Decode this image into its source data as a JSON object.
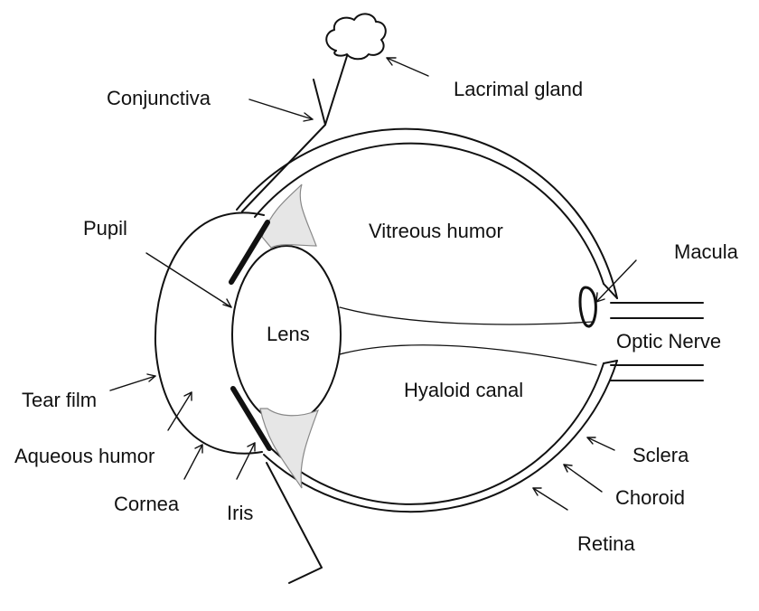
{
  "labels": {
    "lacrimal_gland": "Lacrimal gland",
    "conjunctiva": "Conjunctiva",
    "pupil": "Pupil",
    "vitreous_humor": "Vitreous humor",
    "macula": "Macula",
    "lens": "Lens",
    "optic_nerve": "Optic Nerve",
    "tear_film": "Tear film",
    "hyaloid_canal": "Hyaloid canal",
    "aqueous_humor": "Aqueous humor",
    "sclera": "Sclera",
    "cornea": "Cornea",
    "iris": "Iris",
    "choroid": "Choroid",
    "retina": "Retina"
  },
  "colors": {
    "stroke": "#111111",
    "grey_tissue": "#d0d0d0"
  }
}
